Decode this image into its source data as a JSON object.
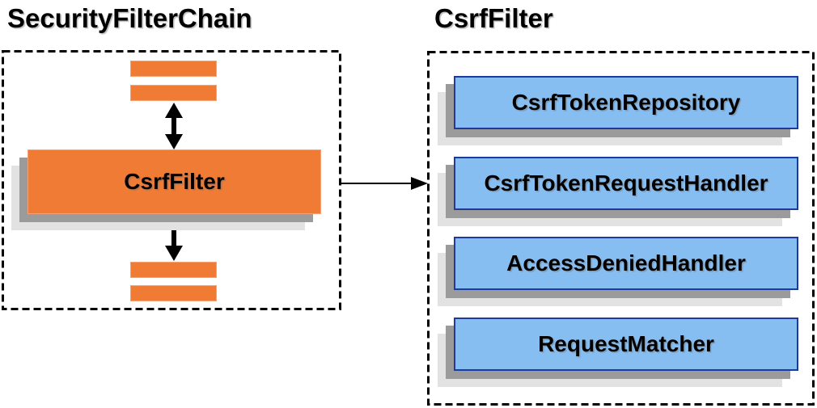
{
  "left_panel": {
    "title": "SecurityFilterChain",
    "filter_node_label": "CsrfFilter"
  },
  "right_panel": {
    "title": "CsrfFilter",
    "components": [
      {
        "label": "CsrfTokenRepository"
      },
      {
        "label": "CsrfTokenRequestHandler"
      },
      {
        "label": "AccessDeniedHandler"
      },
      {
        "label": "RequestMatcher"
      }
    ]
  },
  "icons": {
    "bidirectional_arrow": "↕",
    "flow_arrow": "→"
  },
  "colors": {
    "orange": "#ef7b35",
    "orange_border": "#f7a173",
    "blue": "#87bef2",
    "blue_border": "#1f3a9e",
    "shadow_dark": "#9b9b9b",
    "shadow_light": "#e2e2e2",
    "line": "#000000",
    "text": "#000000"
  }
}
